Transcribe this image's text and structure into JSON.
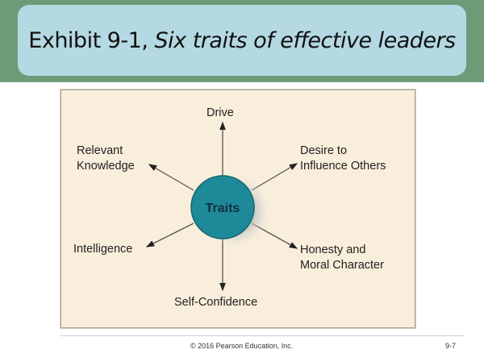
{
  "title": {
    "main": "Exhibit 9-1, ",
    "italic": "Six traits of effective leaders"
  },
  "diagram": {
    "center": "Traits",
    "traits": {
      "top": "Drive",
      "top_right": [
        "Desire to",
        "Influence Others"
      ],
      "bottom_right": [
        "Honesty and",
        "Moral Character"
      ],
      "bottom": "Self-Confidence",
      "bottom_left": "Intelligence",
      "top_left": [
        "Relevant",
        "Knowledge"
      ]
    }
  },
  "footer": {
    "copyright": "© 2016 Pearson Education, Inc.",
    "page": "9-7"
  },
  "colors": {
    "band": "#6f9a78",
    "title_box": "#b4d9e3",
    "panel": "#f8eedb",
    "circle": "#1e8a99"
  }
}
